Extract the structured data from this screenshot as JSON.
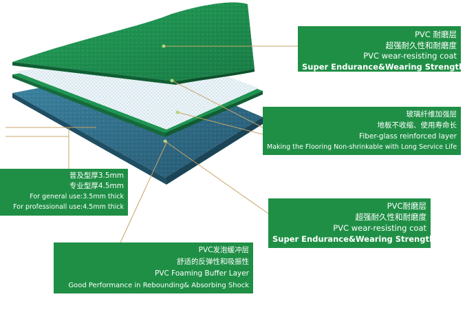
{
  "labels": {
    "top_coat": {
      "cn_title": "PVC 耐磨层",
      "cn_sub": "超强耐久性和耐磨度",
      "en_title": "PVC wear-resisting coat",
      "en_sub": "Super Endurance&Wearing Strength"
    },
    "fiber_glass": {
      "cn_title": "玻璃纤维加强层",
      "cn_sub": "地板不收缩、使用寿命长",
      "en_title": "Fiber-glass reinforced layer",
      "en_sub": "Making the Flooring Non-shrinkable with Long Service Life"
    },
    "thickness": {
      "cn_general": "普及型厚3.5mm",
      "cn_pro": "专业型厚4.5mm",
      "en_general": "For general use:3.5mm thick",
      "en_pro": "For professionall use:4.5mm thick"
    },
    "bottom_coat": {
      "cn_title": "PVC耐磨层",
      "cn_sub": "超强耐久性和耐磨度",
      "en_title": "PVC wear-resisting coat",
      "en_sub": "Super Endurance&Wearing Strength"
    },
    "foam": {
      "cn_title": "PVC发泡缓冲层",
      "cn_sub": "舒适的反弹性和吸振性",
      "en_title": "PVC Foaming Buffer Layer",
      "en_sub": "Good Performance in Rebounding& Absorbing Shock"
    }
  },
  "colors": {
    "label_bg": "#1f8f45",
    "top_layer": "#1e8b4e",
    "fiber_layer": "#d9e9f2",
    "foam_layer": "#2f6d8a",
    "leader": "#c9a46a"
  }
}
